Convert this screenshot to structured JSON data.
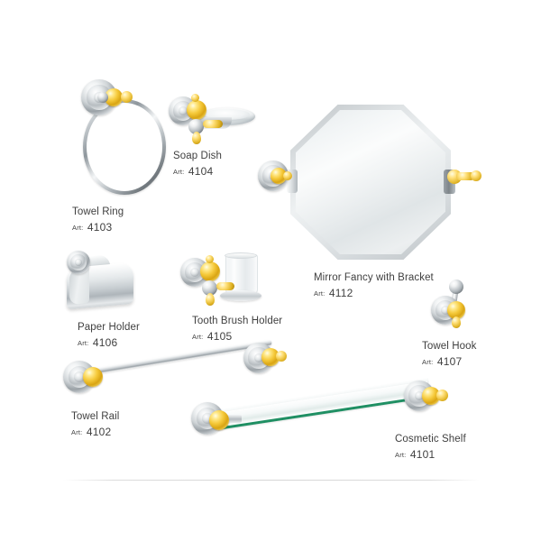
{
  "page": {
    "background_color": "#ffffff",
    "text_color": "#3f3f3f",
    "accent_gold": "#e0b324",
    "accent_chrome": "#c7cdd1",
    "accent_glass_edge": "#1f8f63",
    "art_prefix": "Art:"
  },
  "products": [
    {
      "id": "towel-ring",
      "name": "Towel Ring",
      "art_prefix": "Art:",
      "art_number": "4103"
    },
    {
      "id": "soap-dish",
      "name": "Soap Dish",
      "art_prefix": "Art:",
      "art_number": "4104"
    },
    {
      "id": "mirror-fancy-with-bracket",
      "name": "Mirror Fancy with Bracket",
      "art_prefix": "Art:",
      "art_number": "4112"
    },
    {
      "id": "paper-holder",
      "name": "Paper Holder",
      "art_prefix": "Art:",
      "art_number": "4106"
    },
    {
      "id": "tooth-brush-holder",
      "name": "Tooth Brush Holder",
      "art_prefix": "Art:",
      "art_number": "4105"
    },
    {
      "id": "towel-hook",
      "name": "Towel Hook",
      "art_prefix": "Art:",
      "art_number": "4107"
    },
    {
      "id": "towel-rail",
      "name": "Towel Rail",
      "art_prefix": "Art:",
      "art_number": "4102"
    },
    {
      "id": "cosmetic-shelf",
      "name": "Cosmetic Shelf",
      "art_prefix": "Art:",
      "art_number": "4101"
    }
  ]
}
